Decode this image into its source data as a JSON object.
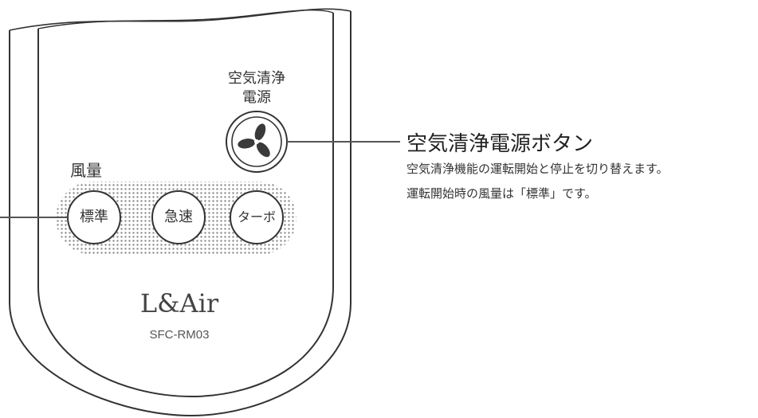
{
  "power_button": {
    "label_line1": "空気清浄",
    "label_line2": "電源",
    "icon": "fan-icon"
  },
  "fan_speed": {
    "group_label": "風量",
    "buttons": [
      {
        "label": "標準"
      },
      {
        "label": "急速"
      },
      {
        "label": "ターボ"
      }
    ]
  },
  "brand": {
    "logo_text": "L&Air",
    "model": "SFC-RM03"
  },
  "callout": {
    "title": "空気清浄電源ボタン",
    "desc_line1": "空気清浄機能の運転開始と停止を切り替えます。",
    "desc_line2": "運転開始時の風量は「標準」です。"
  },
  "colors": {
    "outline": "#333333",
    "dots": "#9a9a9a",
    "leader": "#555555"
  }
}
